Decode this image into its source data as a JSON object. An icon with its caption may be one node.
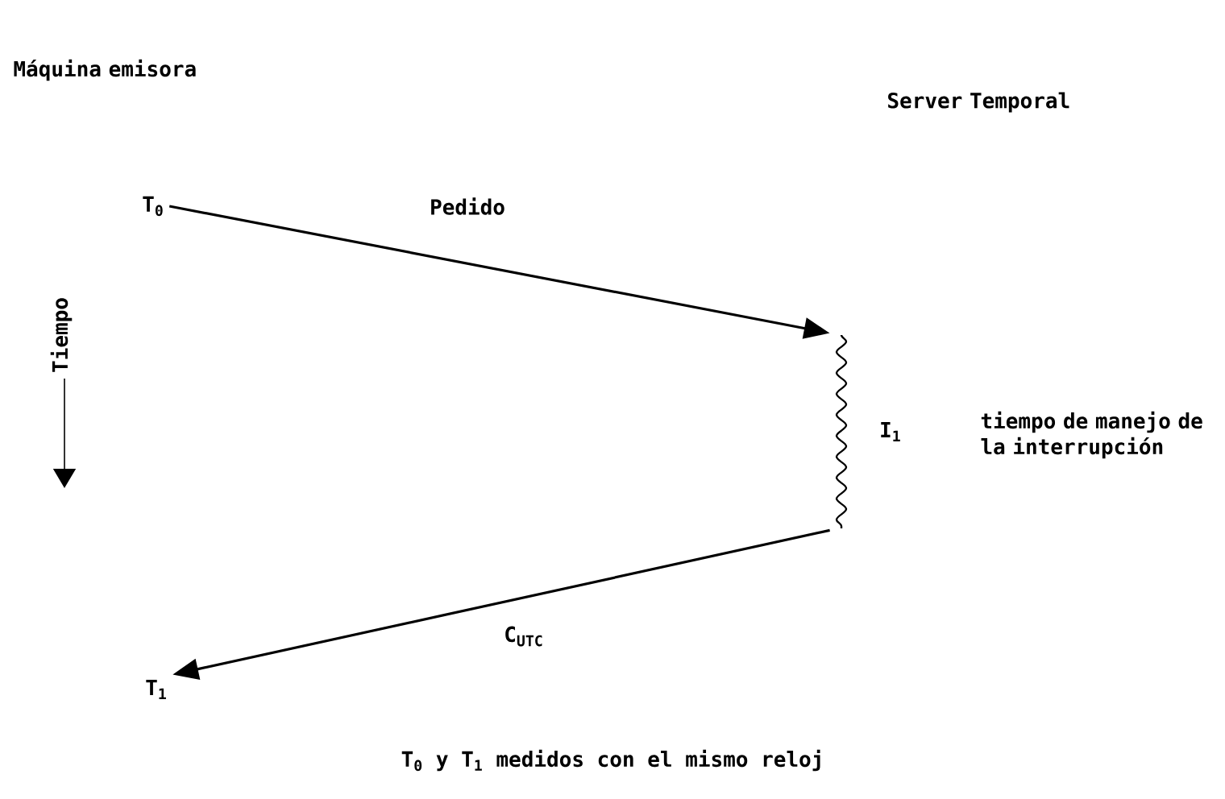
{
  "diagram": {
    "caption": "T$_{0}$ y T$_{1}$ medidos con el mismo reloj",
    "nodes": [
      {
        "text": [
          "T$_{0}$"
        ]
      },
      {
        "text": [],
        "shape": "coil",
        "beside": [
          "I$_{1}$",
          "tiempo de manejo de la interrupción"
        ]
      },
      {
        "text": [
          "T$_{1}$"
        ]
      }
    ],
    "edges": [
      {
        "from": 0,
        "to": 1,
        "arrow": "to",
        "label": "Pedido"
      },
      {
        "from": 1,
        "to": 2,
        "arrow": "to",
        "label": "C$_{UTC}$"
      }
    ],
    "labels": [
      "Máquina emisora",
      "Server Temporal",
      "Tiempo"
    ]
  }
}
